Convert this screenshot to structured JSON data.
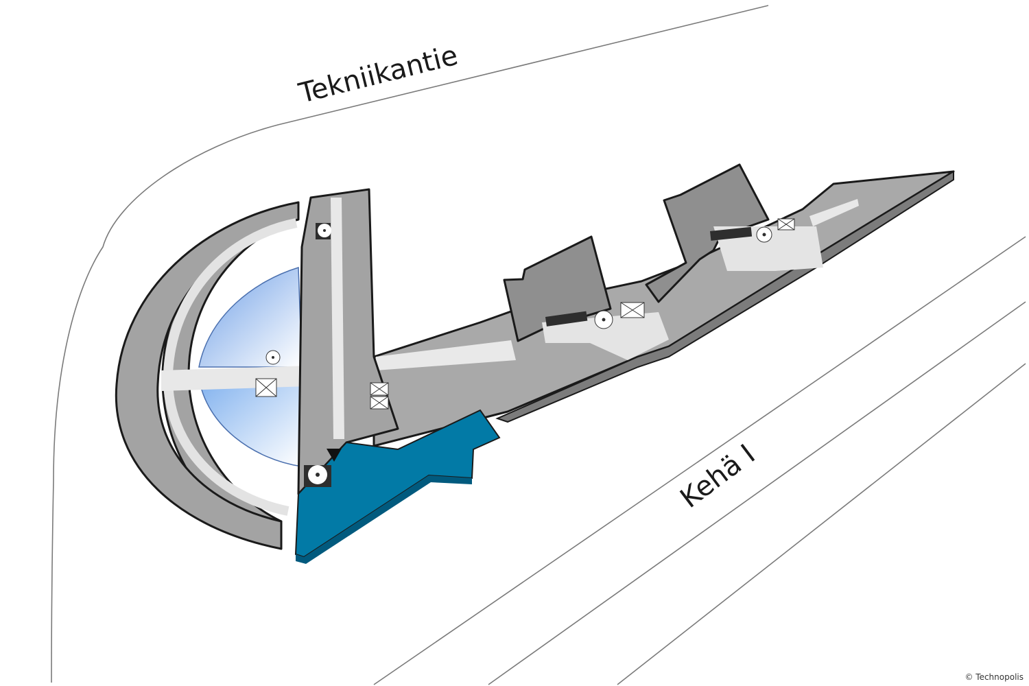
{
  "streets": {
    "north": "Tekniikantie",
    "south": "Kehä I"
  },
  "credit": "© Technopolis",
  "colors": {
    "highlight": "#027aa6",
    "atrium": "#a9c9f3",
    "corridor": "#ececec",
    "wall_top": "#a3a3a3",
    "core": "#2e2e2e"
  },
  "icons": [
    "elevator-icon",
    "stair-icon",
    "you-are-here-icon"
  ]
}
